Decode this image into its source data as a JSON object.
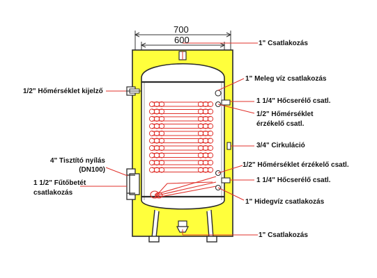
{
  "dimensions": {
    "outer_width": "700",
    "inner_width": "600"
  },
  "labels": {
    "top_connection": "1\" Csatlakozás",
    "hot_water": "1\" Meleg víz csatlakozás",
    "upper_coil_1": "1 1/4\" Hőcserélő  csatl.",
    "upper_sensor_line1": "1/2\" Hőmérséklet",
    "upper_sensor_line2": "érzékelő csatl.",
    "circulation": "3/4\" Cirkuláció",
    "lower_sensor": "1/2\" Hőmérséklet  érzékelő csatl.",
    "lower_coil": "1 1/4\" Hőcserélő  csatl.",
    "cold_water": "1\" Hidegvíz csatlakozás",
    "bottom_connection": "1\" Csatlakozás",
    "thermometer": "1/2\" Hőmérséklet kijelző",
    "cleaning_line1": "4\" Tisztító nyílás",
    "cleaning_line2": "(DN100)",
    "heater_line1": "1 1/2\" Fűtőbetét",
    "heater_line2": "csatlakozás"
  },
  "colors": {
    "insulation": "#ffff3c",
    "tank_fill": "#ffffff",
    "outline": "#2b2b2b",
    "leader_line": "#e0312b",
    "coil": "#e0312b",
    "text": "#111111"
  }
}
